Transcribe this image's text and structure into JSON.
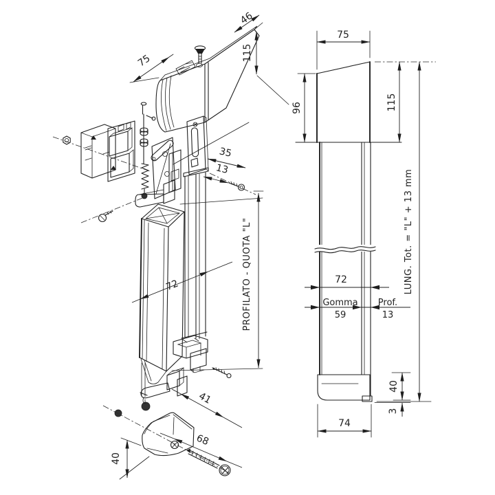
{
  "drawing": {
    "exploded": {
      "dim_head_width": "75",
      "dim_head_depth": "46",
      "dim_head_height": "115",
      "dim_plate_width": "35",
      "dim_screw_offset": "13",
      "dim_profile_width": "72",
      "profile_length_label": "PROFILATO - QUOTA \"L\"",
      "dim_arm_length": "41",
      "dim_plate_length": "68",
      "dim_floorplate_height": "40"
    },
    "assembled": {
      "dim_head_width": "75",
      "dim_head_front_height": "96",
      "dim_head_height": "115",
      "total_length_label": "LUNG. Tot. = \"L\" + 13 mm",
      "dim_profile_width": "72",
      "rubber_label": "Gomma",
      "dim_rubber_width": "59",
      "profile_label": "Prof.",
      "dim_profile_depth": "13",
      "dim_foot_height": "40",
      "dim_protrusion": "3",
      "dim_foot_width": "74"
    }
  }
}
